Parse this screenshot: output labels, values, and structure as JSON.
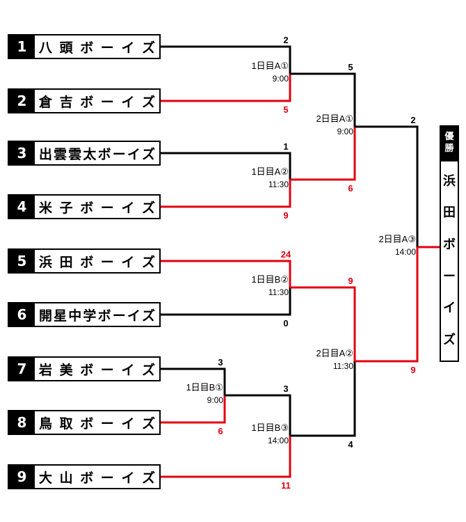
{
  "colors": {
    "winner_line": "#e3000f",
    "loser_line": "#000000",
    "box_border": "#000000",
    "seed_bg": "#000000"
  },
  "teams": [
    {
      "seed": "1",
      "chars": [
        "八",
        "頭",
        "ボ",
        "ー",
        "イ",
        "ズ"
      ]
    },
    {
      "seed": "2",
      "chars": [
        "倉",
        "吉",
        "ボ",
        "ー",
        "イ",
        "ズ"
      ]
    },
    {
      "seed": "3",
      "chars": [
        "出",
        "雲",
        "雲",
        "太",
        "ボ",
        "ー",
        "イ",
        "ズ"
      ]
    },
    {
      "seed": "4",
      "chars": [
        "米",
        "子",
        "ボ",
        "ー",
        "イ",
        "ズ"
      ]
    },
    {
      "seed": "5",
      "chars": [
        "浜",
        "田",
        "ボ",
        "ー",
        "イ",
        "ズ"
      ]
    },
    {
      "seed": "6",
      "chars": [
        "開",
        "星",
        "中",
        "学",
        "ボ",
        "ー",
        "イ",
        "ズ"
      ]
    },
    {
      "seed": "7",
      "chars": [
        "岩",
        "美",
        "ボ",
        "ー",
        "イ",
        "ズ"
      ]
    },
    {
      "seed": "8",
      "chars": [
        "鳥",
        "取",
        "ボ",
        "ー",
        "イ",
        "ズ"
      ]
    },
    {
      "seed": "9",
      "chars": [
        "大",
        "山",
        "ボ",
        "ー",
        "イ",
        "ズ"
      ]
    }
  ],
  "matches": [
    {
      "label": "1日目A①",
      "time": "9:00",
      "top_score": "2",
      "bottom_score": "5",
      "winner": "bottom"
    },
    {
      "label": "1日目A②",
      "time": "11:30",
      "top_score": "1",
      "bottom_score": "9",
      "winner": "bottom"
    },
    {
      "label": "1日目B②",
      "time": "11:30",
      "top_score": "24",
      "bottom_score": "0",
      "winner": "top"
    },
    {
      "label": "1日目B①",
      "time": "9:00",
      "top_score": "3",
      "bottom_score": "6",
      "winner": "bottom"
    },
    {
      "label": "1日目B③",
      "time": "14:00",
      "top_score": "3",
      "bottom_score": "11",
      "winner": "bottom"
    },
    {
      "label": "2日目A①",
      "time": "9:00",
      "top_score": "5",
      "bottom_score": "6",
      "winner": "bottom"
    },
    {
      "label": "2日目A②",
      "time": "11:30",
      "top_score": "9",
      "bottom_score": "4",
      "winner": "top"
    },
    {
      "label": "2日目A③",
      "time": "14:00",
      "top_score": "2",
      "bottom_score": "9",
      "winner": "bottom"
    }
  ],
  "champion": {
    "header": [
      "優",
      "勝"
    ],
    "chars": [
      "浜",
      "田",
      "ボ",
      "ー",
      "イ",
      "ズ"
    ]
  }
}
